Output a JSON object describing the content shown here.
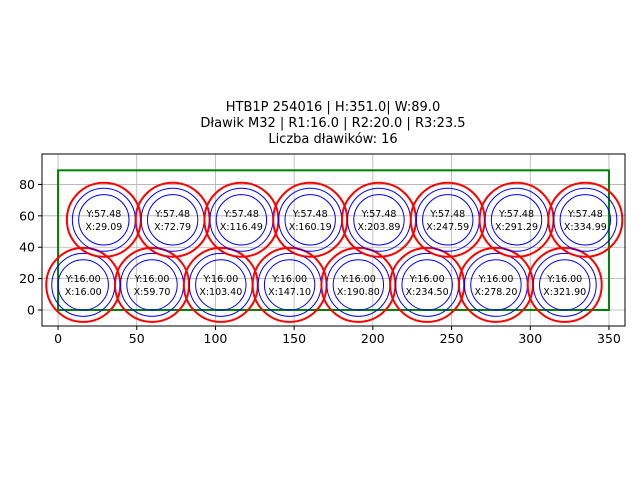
{
  "chart_data": {
    "type": "scatter",
    "title_lines": [
      "HTB1P 254016 | H:351.0| W:89.0",
      "Dławik M32 | R1:16.0 | R2:20.0 | R3:23.5",
      "Liczba dławików: 16"
    ],
    "xlim": [
      -10.2,
      360.2
    ],
    "ylim": [
      -10.2,
      99.4
    ],
    "xticks": [
      0,
      50,
      100,
      150,
      200,
      250,
      300,
      350
    ],
    "yticks": [
      0,
      20,
      40,
      60,
      80
    ],
    "grid": true,
    "aspect": "equal",
    "boundary": {
      "x": 0,
      "y": 0,
      "width": 350,
      "height": 89,
      "color": "#008000"
    },
    "radii": {
      "R1": 16.0,
      "R2": 20.0,
      "R3": 23.5
    },
    "colors": {
      "R1": "#0000ff",
      "R2": "#0000ff",
      "R3": "#ff0000"
    },
    "glands": [
      {
        "x": 16.0,
        "y": 16.0,
        "xlabel": "X:16.00",
        "ylabel": "Y:16.00"
      },
      {
        "x": 59.7,
        "y": 16.0,
        "xlabel": "X:59.70",
        "ylabel": "Y:16.00"
      },
      {
        "x": 103.4,
        "y": 16.0,
        "xlabel": "X:103.40",
        "ylabel": "Y:16.00"
      },
      {
        "x": 147.1,
        "y": 16.0,
        "xlabel": "X:147.10",
        "ylabel": "Y:16.00"
      },
      {
        "x": 190.8,
        "y": 16.0,
        "xlabel": "X:190.80",
        "ylabel": "Y:16.00"
      },
      {
        "x": 234.5,
        "y": 16.0,
        "xlabel": "X:234.50",
        "ylabel": "Y:16.00"
      },
      {
        "x": 278.2,
        "y": 16.0,
        "xlabel": "X:278.20",
        "ylabel": "Y:16.00"
      },
      {
        "x": 321.9,
        "y": 16.0,
        "xlabel": "X:321.90",
        "ylabel": "Y:16.00"
      },
      {
        "x": 29.09,
        "y": 57.48,
        "xlabel": "X:29.09",
        "ylabel": "Y:57.48"
      },
      {
        "x": 72.79,
        "y": 57.48,
        "xlabel": "X:72.79",
        "ylabel": "Y:57.48"
      },
      {
        "x": 116.49,
        "y": 57.48,
        "xlabel": "X:116.49",
        "ylabel": "Y:57.48"
      },
      {
        "x": 160.19,
        "y": 57.48,
        "xlabel": "X:160.19",
        "ylabel": "Y:57.48"
      },
      {
        "x": 203.89,
        "y": 57.48,
        "xlabel": "X:203.89",
        "ylabel": "Y:57.48"
      },
      {
        "x": 247.59,
        "y": 57.48,
        "xlabel": "X:247.59",
        "ylabel": "Y:57.48"
      },
      {
        "x": 291.29,
        "y": 57.48,
        "xlabel": "X:291.29",
        "ylabel": "Y:57.48"
      },
      {
        "x": 334.99,
        "y": 57.48,
        "xlabel": "X:334.99",
        "ylabel": "Y:57.48"
      }
    ]
  }
}
